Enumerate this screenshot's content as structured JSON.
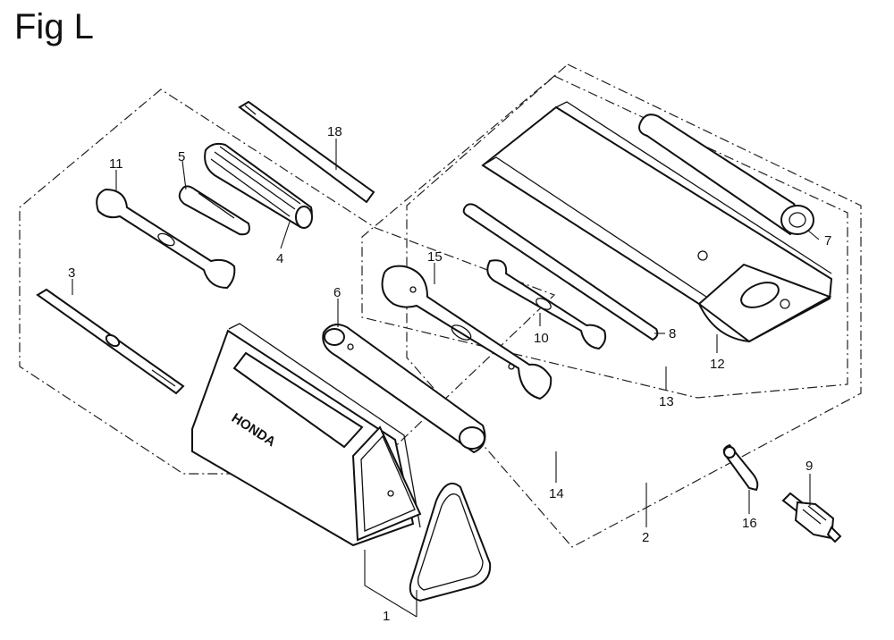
{
  "figure": {
    "title": "Fig L"
  },
  "brand": {
    "wordmark": "HONDA"
  },
  "callouts": [
    {
      "id": "c1",
      "label": "1"
    },
    {
      "id": "c2",
      "label": "2"
    },
    {
      "id": "c3",
      "label": "3"
    },
    {
      "id": "c4",
      "label": "4"
    },
    {
      "id": "c5",
      "label": "5"
    },
    {
      "id": "c6",
      "label": "6"
    },
    {
      "id": "c7",
      "label": "7"
    },
    {
      "id": "c8",
      "label": "8"
    },
    {
      "id": "c9",
      "label": "9"
    },
    {
      "id": "c10",
      "label": "10"
    },
    {
      "id": "c11",
      "label": "11"
    },
    {
      "id": "c12",
      "label": "12"
    },
    {
      "id": "c13",
      "label": "13"
    },
    {
      "id": "c14",
      "label": "14"
    },
    {
      "id": "c15",
      "label": "15"
    },
    {
      "id": "c16",
      "label": "16"
    },
    {
      "id": "c18",
      "label": "18"
    }
  ]
}
